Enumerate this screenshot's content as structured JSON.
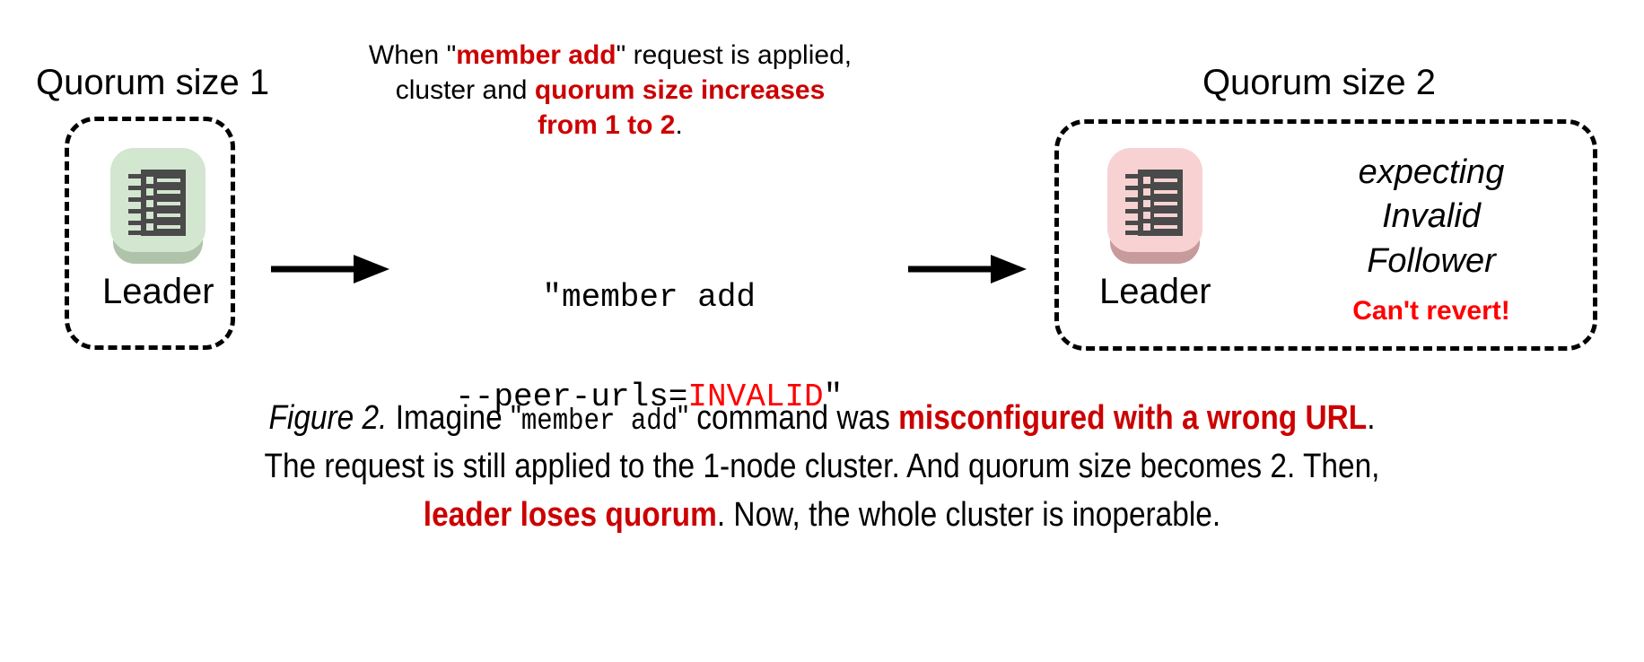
{
  "figure": {
    "left_cluster": {
      "title": "Quorum size 1",
      "node_label": "Leader",
      "chip_color": "#d3e6d0",
      "chip_shadow": "#afc3ab",
      "icon": "server-rack-icon"
    },
    "right_cluster": {
      "title": "Quorum size 2",
      "node_label": "Leader",
      "chip_color": "#f8d2d2",
      "chip_shadow": "#c79b9b",
      "icon": "server-rack-icon",
      "expecting_lines": [
        "expecting",
        "Invalid",
        "Follower"
      ],
      "warning": "Can't revert!"
    },
    "top_note": {
      "line1_pre": "When \"",
      "line1_bold": "member add",
      "line1_post": "\" request is applied,",
      "line2_pre": "cluster and ",
      "line2_bold": "quorum size increases",
      "line3_bold": "from 1 to 2",
      "line3_post": "."
    },
    "command": {
      "line1": "\"member add",
      "line2_pre": "--peer-urls=",
      "line2_bad": "INVALID",
      "line2_post": "\""
    },
    "caption": {
      "figure_label": "Figure 2.",
      "seg1": " Imagine \"",
      "mono1": "member add",
      "seg2": "\" command was ",
      "bold1": "misconfigured with a wrong URL",
      "seg3": ".",
      "line2": "The request is still applied to the 1-node cluster. And quorum size becomes 2. Then,",
      "bold2": "leader loses quorum",
      "seg4": ". Now, the whole cluster is inoperable."
    },
    "colors": {
      "accent_red": "#cc0000",
      "bright_red": "#ff0000",
      "ink": "#000000",
      "background": "#ffffff"
    }
  }
}
